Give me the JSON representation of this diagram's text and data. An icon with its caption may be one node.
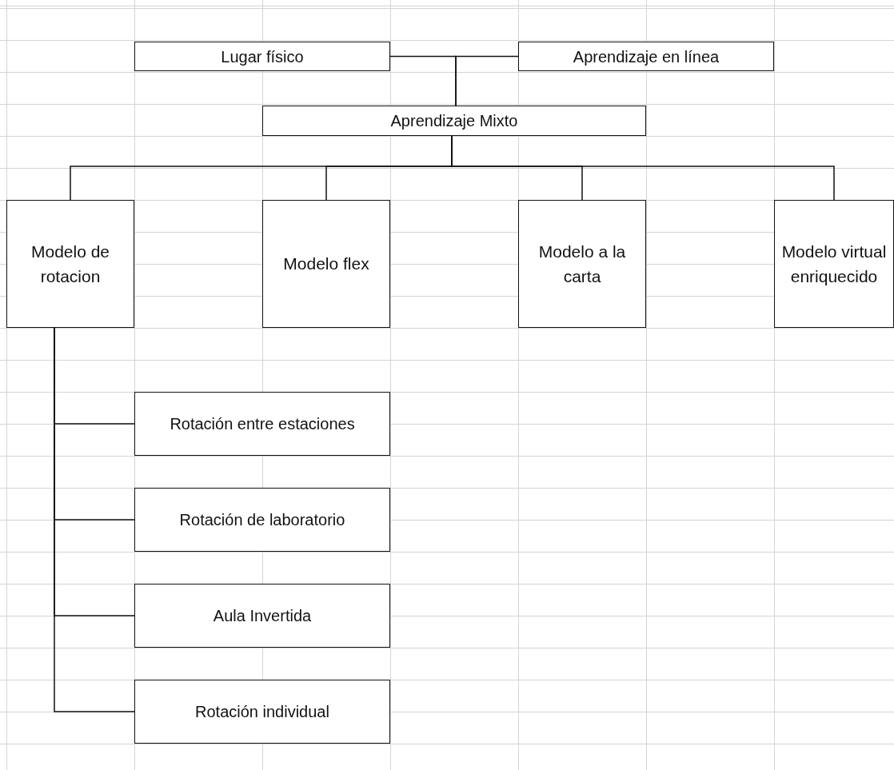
{
  "diagram": {
    "nodes": [
      {
        "text": [
          "Lugar físico"
        ]
      },
      {
        "text": [
          "Aprendizaje en línea"
        ]
      },
      {
        "text": [
          "Aprendizaje Mixto"
        ]
      },
      {
        "text": [
          "Modelo de rotacion"
        ]
      },
      {
        "text": [
          "Modelo flex"
        ]
      },
      {
        "text": [
          "Modelo a la carta"
        ]
      },
      {
        "text": [
          "Modelo virtual enriquecido"
        ]
      },
      {
        "text": [
          "Rotación entre estaciones"
        ]
      },
      {
        "text": [
          "Rotación de laboratorio"
        ]
      },
      {
        "text": [
          "Aula Invertida"
        ]
      },
      {
        "text": [
          "Rotación individual"
        ]
      }
    ],
    "edges": [
      {
        "from": 0,
        "to": 2,
        "arrow": "none"
      },
      {
        "from": 1,
        "to": 2,
        "arrow": "none"
      },
      {
        "from": 2,
        "to": 3,
        "arrow": "none"
      },
      {
        "from": 2,
        "to": 4,
        "arrow": "none"
      },
      {
        "from": 2,
        "to": 5,
        "arrow": "none"
      },
      {
        "from": 2,
        "to": 6,
        "arrow": "none"
      },
      {
        "from": 3,
        "to": 7,
        "arrow": "none"
      },
      {
        "from": 3,
        "to": 8,
        "arrow": "none"
      },
      {
        "from": 3,
        "to": 9,
        "arrow": "none"
      },
      {
        "from": 3,
        "to": 10,
        "arrow": "none"
      }
    ]
  }
}
